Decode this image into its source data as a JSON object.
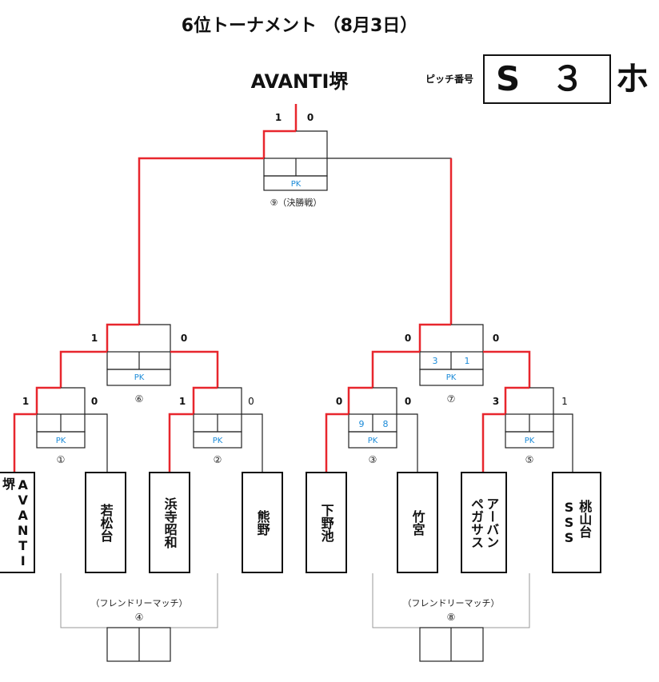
{
  "title": "6位トーナメント （8月3日）",
  "winner": "AVANTI堺",
  "pitch": {
    "label": "ピッチ番号",
    "code": "S ３ ホ"
  },
  "pk_label": "PK",
  "colors": {
    "win_line": "#e8262d",
    "line": "#222222",
    "pk": "#1a8ad8",
    "friendly": "#999999"
  },
  "teams": [
    {
      "name": "AVANTI\n堺"
    },
    {
      "name": "若松台"
    },
    {
      "name": "浜寺昭和"
    },
    {
      "name": "熊野"
    },
    {
      "name": "下野池"
    },
    {
      "name": "竹宮"
    },
    {
      "name": "アーバン\nペガサス"
    },
    {
      "name": "桃山台\nSSS"
    }
  ],
  "matches": [
    {
      "id": "m1",
      "label": "①",
      "score_left": "1",
      "score_right": "0",
      "pk_left": "",
      "pk_right": ""
    },
    {
      "id": "m2",
      "label": "②",
      "score_left": "1",
      "score_right": "0",
      "pk_left": "",
      "pk_right": ""
    },
    {
      "id": "m3",
      "label": "③",
      "score_left": "0",
      "score_right": "0",
      "pk_left": "9",
      "pk_right": "8"
    },
    {
      "id": "m5",
      "label": "⑤",
      "score_left": "3",
      "score_right": "1",
      "pk_left": "",
      "pk_right": ""
    },
    {
      "id": "m6",
      "label": "⑥",
      "score_left": "1",
      "score_right": "0",
      "pk_left": "",
      "pk_right": ""
    },
    {
      "id": "m7",
      "label": "⑦",
      "score_left": "0",
      "score_right": "0",
      "pk_left": "3",
      "pk_right": "1"
    },
    {
      "id": "m9",
      "label": "⑨（決勝戦）",
      "score_left": "1",
      "score_right": "0",
      "pk_left": "",
      "pk_right": ""
    }
  ],
  "friendlies": [
    {
      "id": "m4",
      "title": "（フレンドリーマッチ）",
      "label": "④"
    },
    {
      "id": "m8",
      "title": "（フレンドリーマッチ）",
      "label": "⑧"
    }
  ]
}
